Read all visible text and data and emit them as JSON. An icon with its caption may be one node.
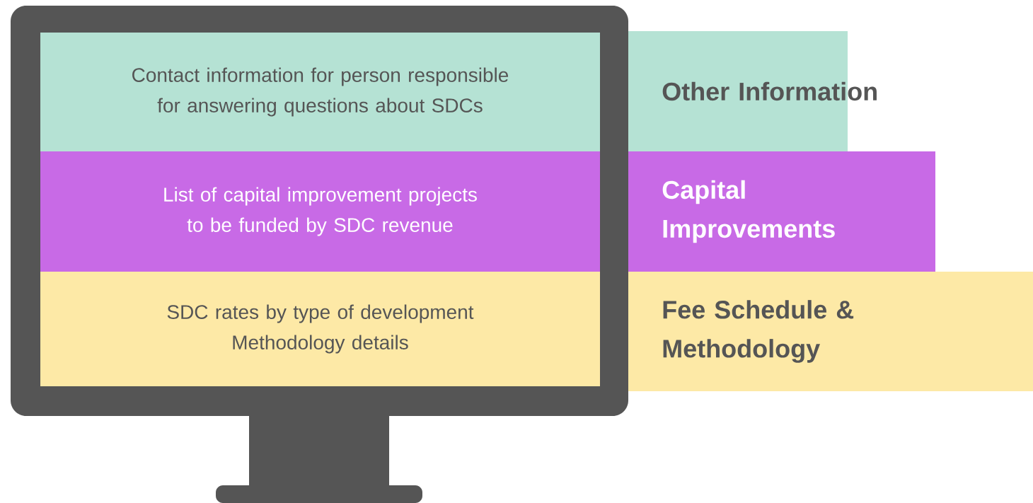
{
  "diagram": {
    "nodes": [
      {
        "text": [
          "Contact information for person responsible for answering questions about SDCs"
        ]
      },
      {
        "text": [
          "List of capital improvement projects to be funded by SDC revenue"
        ]
      },
      {
        "text": [
          "SDC rates by type of development",
          "Methodology details"
        ]
      },
      {
        "text": [
          "Other Information"
        ]
      },
      {
        "text": [
          "Capital Improvements"
        ]
      },
      {
        "text": [
          "Fee Schedule & Methodology"
        ]
      }
    ]
  }
}
